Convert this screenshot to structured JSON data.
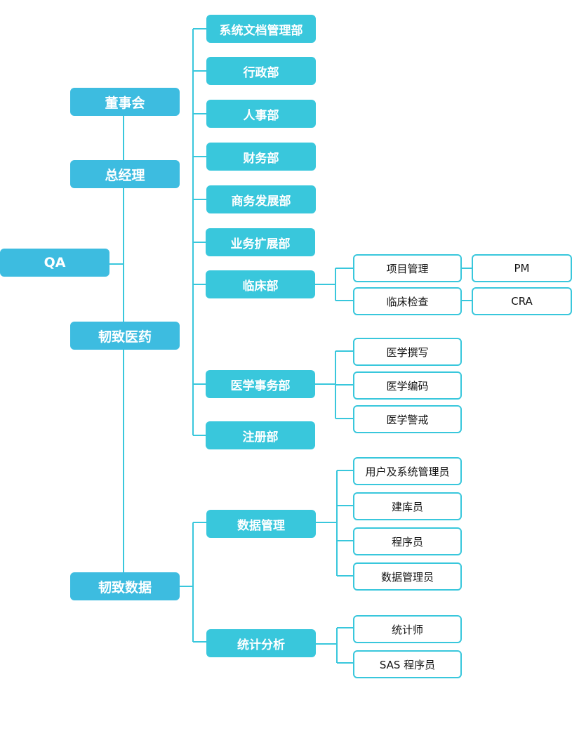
{
  "colors": {
    "level1_fill": "#3dbce0",
    "level2_fill": "#39c7dc",
    "outline_border": "#39c7dc",
    "connector": "#39c7dc",
    "text_light": "#ffffff",
    "text_dark": "#111111"
  },
  "org": {
    "qa": "QA",
    "board": "董事会",
    "general_manager": "总经理",
    "pharma": "韧致医药",
    "data": "韧致数据"
  },
  "departments": {
    "doc_mgmt": "系统文档管理部",
    "admin": "行政部",
    "hr": "人事部",
    "finance": "财务部",
    "biz_dev": "商务发展部",
    "business_expansion": "业务扩展部",
    "clinical": "临床部",
    "medical_affairs": "医学事务部",
    "registration": "注册部",
    "data_management": "数据管理",
    "statistics": "统计分析"
  },
  "sub_units": {
    "project_management": "项目管理",
    "clinical_monitoring": "临床检查",
    "pm": "PM",
    "cra": "CRA",
    "medical_writing": "医学撰写",
    "medical_coding": "医学编码",
    "pharmacovigilance": "医学警戒",
    "user_sys_admin": "用户及系统管理员",
    "db_builder": "建库员",
    "programmer": "程序员",
    "data_manager": "数据管理员",
    "statistician": "统计师",
    "sas_programmer": "SAS 程序员"
  }
}
